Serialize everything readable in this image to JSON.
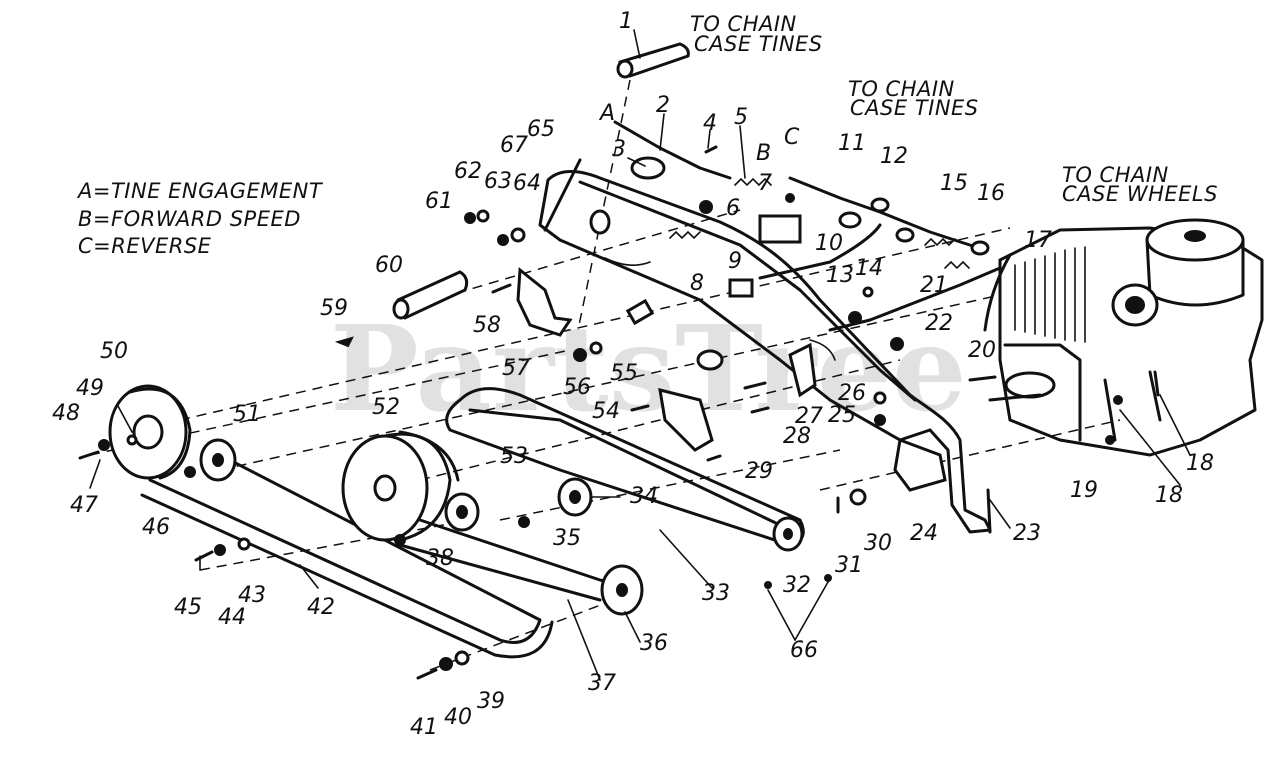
{
  "watermark": "PartsTree",
  "legend": [
    {
      "key": "A",
      "text": "A=TINE ENGAGEMENT"
    },
    {
      "key": "B",
      "text": "B=FORWARD SPEED"
    },
    {
      "key": "C",
      "text": "C=REVERSE"
    }
  ],
  "annotations": {
    "tines_top_1": "TO CHAIN",
    "tines_top_2": "CASE TINES",
    "tines_mid_1": "TO CHAIN",
    "tines_mid_2": "CASE TINES",
    "wheels_1": "TO CHAIN",
    "wheels_2": "CASE WHEELS"
  },
  "cable_letters": [
    "A",
    "B",
    "C"
  ],
  "part_numbers": [
    "1",
    "2",
    "3",
    "4",
    "5",
    "6",
    "7",
    "8",
    "9",
    "10",
    "11",
    "12",
    "13",
    "14",
    "15",
    "16",
    "17",
    "18",
    "18",
    "19",
    "20",
    "21",
    "22",
    "23",
    "24",
    "25",
    "26",
    "27",
    "28",
    "29",
    "30",
    "31",
    "32",
    "33",
    "34",
    "35",
    "36",
    "37",
    "38",
    "39",
    "40",
    "41",
    "42",
    "43",
    "44",
    "45",
    "46",
    "47",
    "48",
    "49",
    "50",
    "51",
    "52",
    "53",
    "54",
    "55",
    "56",
    "57",
    "58",
    "59",
    "60",
    "61",
    "62",
    "63",
    "64",
    "65",
    "66",
    "66",
    "67"
  ]
}
